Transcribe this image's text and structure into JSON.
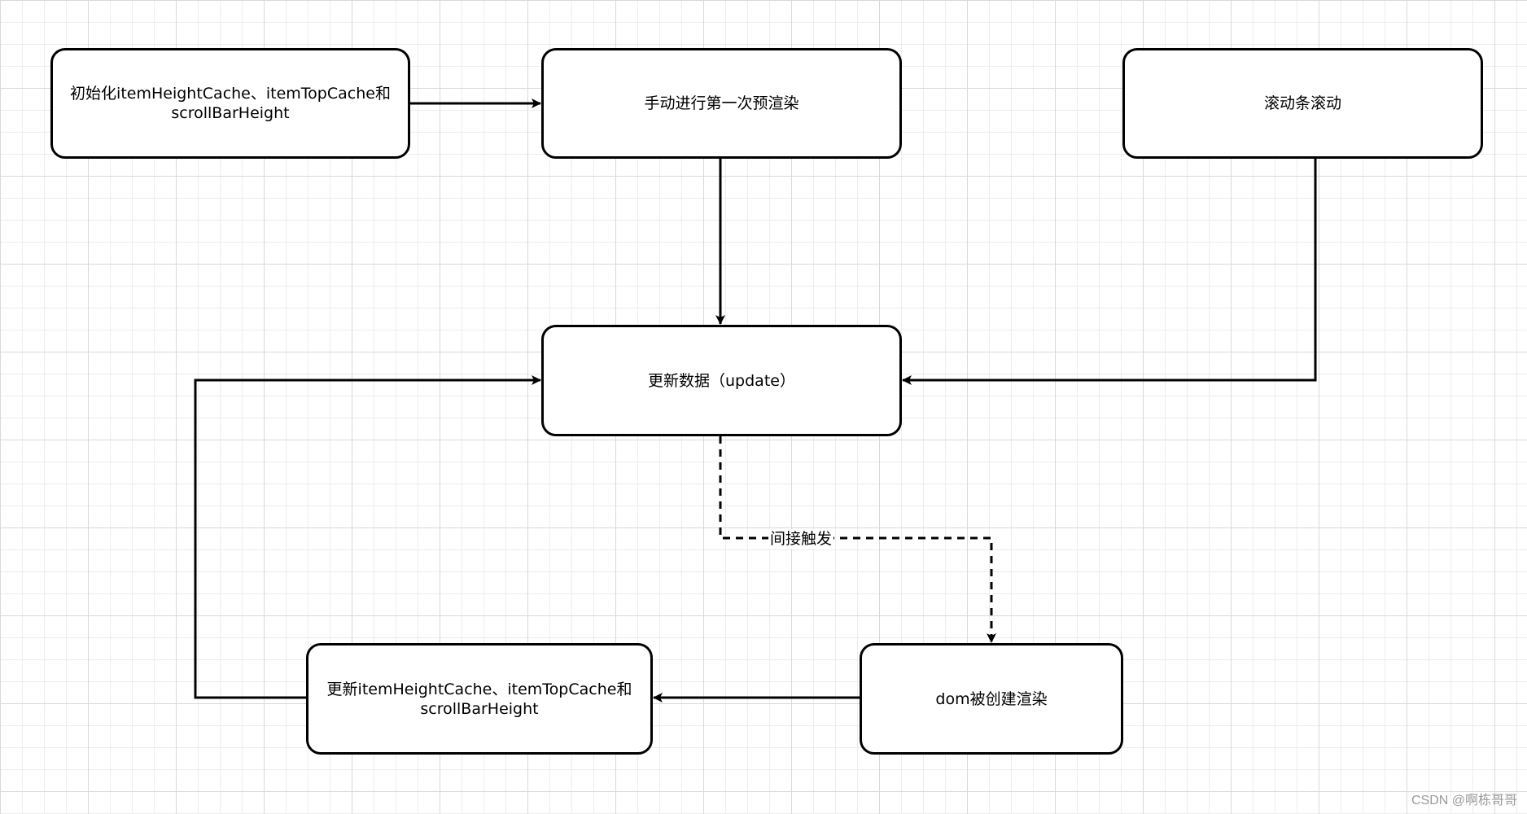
{
  "diagram": {
    "nodes": {
      "init": {
        "label": "初始化itemHeightCache、itemTopCache和\nscrollBarHeight"
      },
      "prerender": {
        "label": "手动进行第一次预渲染"
      },
      "scroll": {
        "label": "滚动条滚动"
      },
      "update": {
        "label": "更新数据（update）"
      },
      "dom_render": {
        "label": "dom被创建渲染"
      },
      "update_cache": {
        "label": "更新itemHeightCache、itemTopCache和\nscrollBarHeight"
      }
    },
    "edges": [
      {
        "from": "init",
        "to": "prerender",
        "style": "solid",
        "label": ""
      },
      {
        "from": "prerender",
        "to": "update",
        "style": "solid",
        "label": ""
      },
      {
        "from": "scroll",
        "to": "update",
        "style": "solid",
        "label": ""
      },
      {
        "from": "update",
        "to": "dom_render",
        "style": "dashed",
        "label": "间接触发"
      },
      {
        "from": "dom_render",
        "to": "update_cache",
        "style": "solid",
        "label": ""
      },
      {
        "from": "update_cache",
        "to": "update",
        "style": "solid",
        "label": ""
      }
    ],
    "edge_label_indirect": "间接触发"
  },
  "watermark": "CSDN @啊栋哥哥",
  "colors": {
    "stroke": "#000000",
    "node_fill": "#ffffff",
    "grid_major": "#d9d9d9",
    "grid_minor": "#ededed",
    "watermark": "#9a9a9a"
  }
}
